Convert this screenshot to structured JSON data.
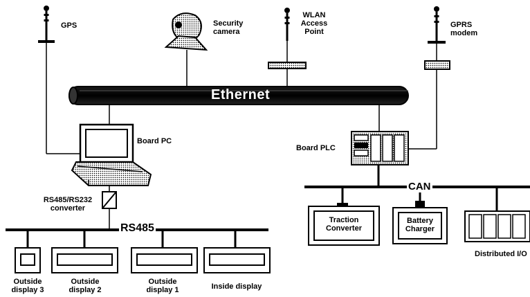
{
  "buses": {
    "ethernet": "Ethernet",
    "rs485": "RS485",
    "can": "CAN"
  },
  "devices": {
    "gps": "GPS",
    "security_camera": [
      "Security",
      "camera"
    ],
    "wlan": [
      "WLAN",
      "Access",
      "Point"
    ],
    "gprs": [
      "GPRS",
      "modem"
    ],
    "board_pc": "Board PC",
    "board_plc": "Board PLC",
    "converter": [
      "RS485/RS232",
      "converter"
    ],
    "outside_display_3": [
      "Outside",
      "display 3"
    ],
    "outside_display_2": [
      "Outside",
      "display 2"
    ],
    "outside_display_1": [
      "Outside",
      "display 1"
    ],
    "inside_display": "Inside display",
    "traction_converter": [
      "Traction",
      "Converter"
    ],
    "battery_charger": [
      "Battery",
      "Charger"
    ],
    "distributed_io": "Distributed I/O"
  },
  "icons": [
    "antenna-icon",
    "camera-icon",
    "laptop-icon",
    "plc-icon",
    "converter-icon",
    "display-icon",
    "io-module-icon"
  ]
}
